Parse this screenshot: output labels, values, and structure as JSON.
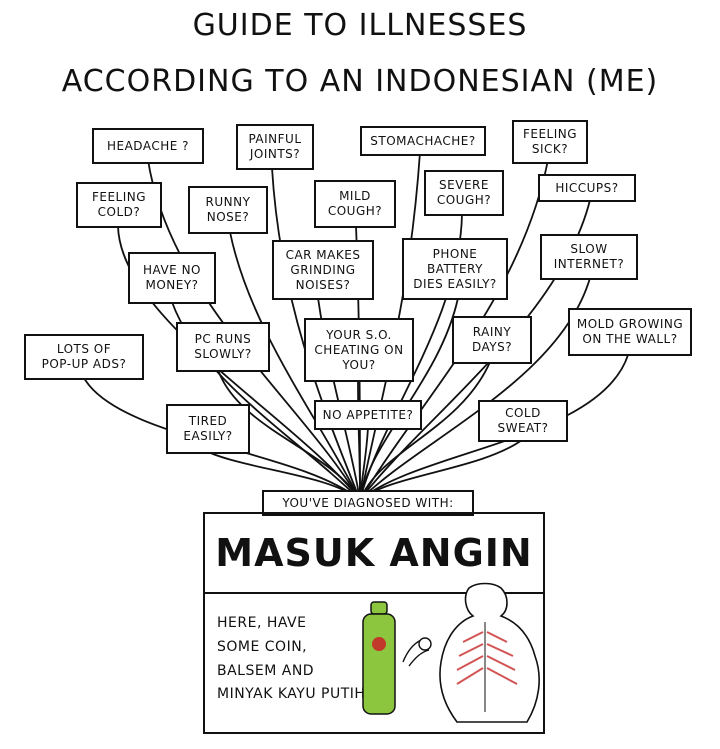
{
  "title": {
    "line1": "GUIDE TO ILLNESSES",
    "line2": "ACCORDING TO AN INDONESIAN (ME)"
  },
  "symptoms": [
    "HEADACHE ?",
    "PAINFUL\nJOINTS?",
    "STOMACHACHE?",
    "FEELING\nSICK?",
    "FEELING\nCOLD?",
    "RUNNY\nNOSE?",
    "MILD\nCOUGH?",
    "SEVERE\nCOUGH?",
    "HICCUPS?",
    "HAVE NO\nMONEY?",
    "CAR MAKES\nGRINDING\nNOISES?",
    "PHONE\nBATTERY\nDIES EASILY?",
    "SLOW\nINTERNET?",
    "LOTS OF\nPOP-UP ADS?",
    "PC RUNS\nSLOWLY?",
    "YOUR S.O.\nCHEATING ON\nYOU?",
    "RAINY\nDAYS?",
    "MOLD GROWING\nON THE WALL?",
    "TIRED\nEASILY?",
    "NO APPETITE?",
    "COLD\nSWEAT?"
  ],
  "diagnosis_label": "YOU'VE DIAGNOSED WITH:",
  "diagnosis": "MASUK ANGIN",
  "advice": "HERE, HAVE\nSOME COIN,\nBALSEM AND\nMINYAK KAYU PUTIH",
  "colors": {
    "ink": "#111111",
    "bottle_green": "#8cc63f",
    "bottle_red": "#c0392b",
    "scrape_red": "#d35454"
  }
}
